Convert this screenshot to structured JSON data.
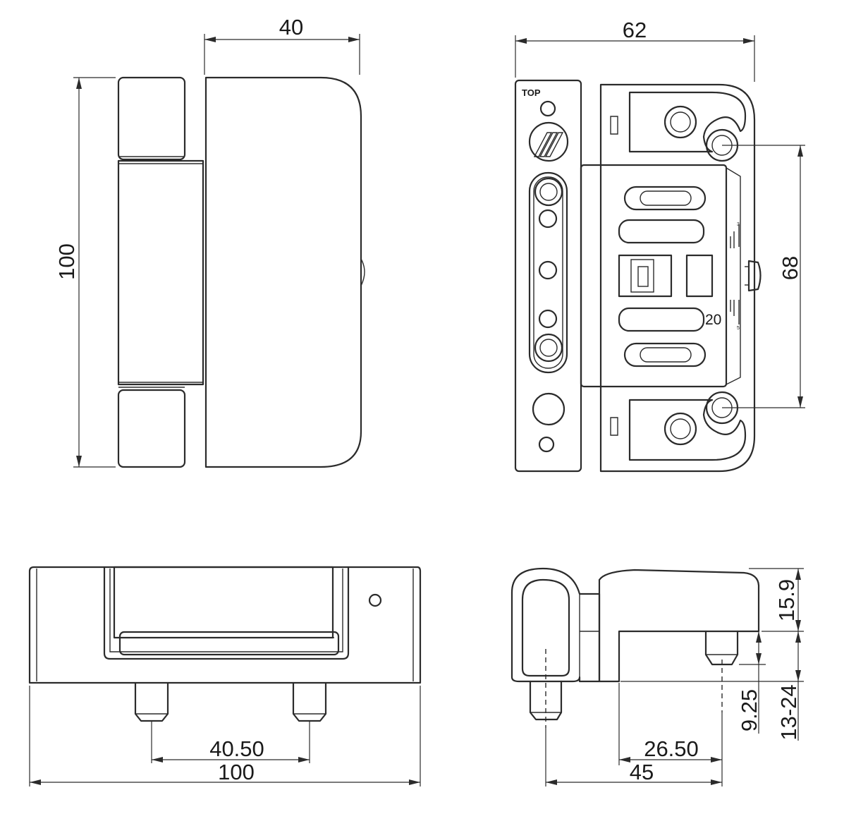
{
  "dimensions": {
    "front_width": "40",
    "front_height": "100",
    "side_width": "62",
    "side_hole_spacing": "68",
    "bottom_pin_spacing": "40.50",
    "bottom_length": "100",
    "profile_top_height": "15.9",
    "profile_pin_length": "9.25",
    "profile_range": "13-24",
    "profile_offset": "26.50",
    "profile_total": "45"
  },
  "markings": {
    "top_label": "TOP",
    "scale_value": "20",
    "scale_top_tick": "3",
    "scale_bottom_tick": "5"
  },
  "icons": {
    "brand_logo": "diagonal-stripes-logo-icon"
  }
}
